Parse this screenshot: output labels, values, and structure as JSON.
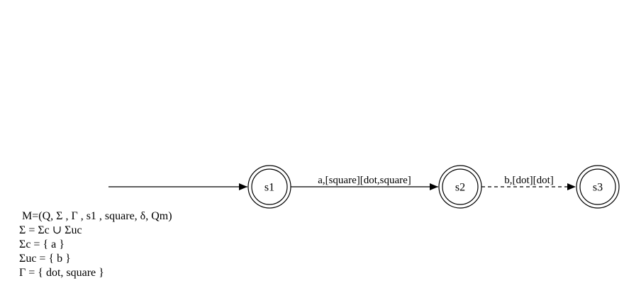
{
  "states": [
    {
      "id": "s1",
      "label": "s1"
    },
    {
      "id": "s2",
      "label": "s2"
    },
    {
      "id": "s3",
      "label": "s3"
    }
  ],
  "transitions": [
    {
      "from": "start",
      "to": "s1",
      "label": "",
      "style": "solid"
    },
    {
      "from": "s1",
      "to": "s2",
      "label": "a,[square][dot,square]",
      "style": "solid"
    },
    {
      "from": "s2",
      "to": "s3",
      "label": "b,[dot][dot]",
      "style": "dashed"
    }
  ],
  "definition": [
    "M=(Q, Σ , Γ , s1 , square, δ, Qm)",
    "Σ = Σc ∪ Σuc",
    "Σc = { a }",
    "Σuc = { b }",
    "Γ = { dot, square }"
  ]
}
